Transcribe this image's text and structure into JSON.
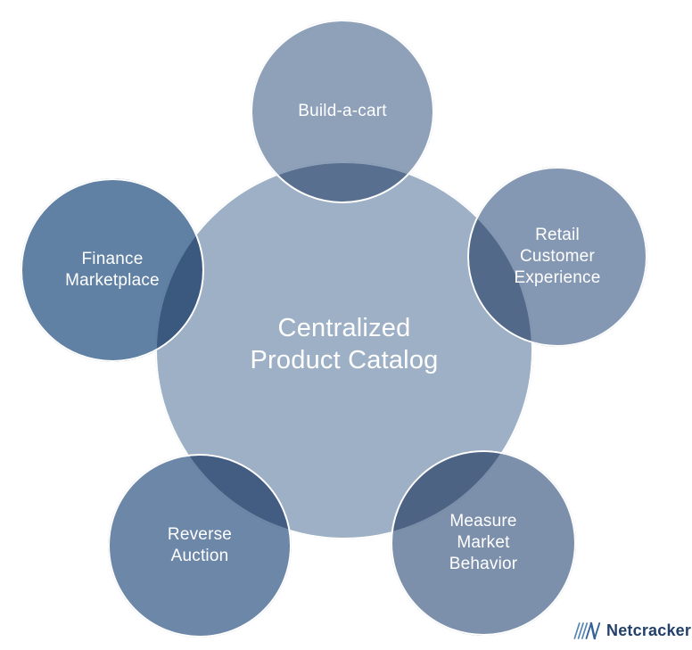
{
  "diagram": {
    "center": {
      "label": "Centralized\nProduct Catalog",
      "fill": "#9DB0C5"
    },
    "satellites": [
      {
        "name": "build-a-cart",
        "label": "Build-a-cart",
        "fill": "#8EA1B9"
      },
      {
        "name": "retail-customer-experience",
        "label": "Retail\nCustomer\nExperience",
        "fill": "#8598B3"
      },
      {
        "name": "measure-market-behavior",
        "label": "Measure\nMarket\nBehavior",
        "fill": "#7D90AB"
      },
      {
        "name": "reverse-auction",
        "label": "Reverse\nAuction",
        "fill": "#6D87A8"
      },
      {
        "name": "finance-marketplace",
        "label": "Finance\nMarketplace",
        "fill": "#6080A4"
      }
    ],
    "label_color": "#FFFFFF",
    "circle_outline_color": "#FFFFFF"
  },
  "logo": {
    "text": "Netcracker",
    "text_color": "#21416B",
    "icon": "netcracker-n-icon",
    "icon_stripe_color": "#5585B5",
    "icon_n_color": "#34639B"
  },
  "canvas": {
    "background": "#FFFFFF"
  }
}
